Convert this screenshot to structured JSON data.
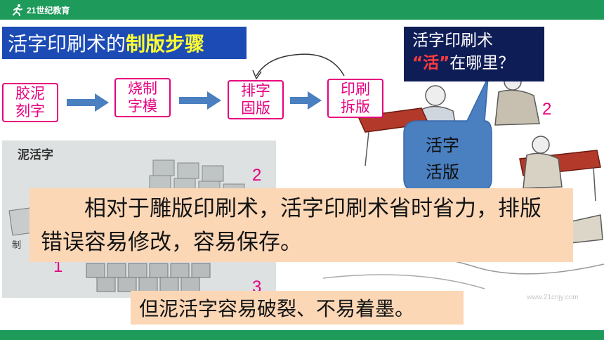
{
  "header": {
    "logo_text": "21世纪教育"
  },
  "title": {
    "part1": "活字印刷术的",
    "part2": "制版步骤"
  },
  "steps": [
    {
      "label": "胶泥刻字"
    },
    {
      "label": "烧制字模"
    },
    {
      "label": "排字固版"
    },
    {
      "label": "印刷拆版"
    }
  ],
  "question": {
    "line1": "活字印刷术",
    "quote": "“活”",
    "rest": "在哪里？"
  },
  "callout": {
    "line1": "活字",
    "line2": "活版"
  },
  "image_left": {
    "caption": "泥活字",
    "side_label": "制"
  },
  "numbers": {
    "n_right": "2",
    "n_left_top": "2",
    "n_left_mid": "1",
    "n_left_bottom": "3"
  },
  "notes": {
    "main": "相对于雕版印刷术，活字印刷术省时省力，排版错误容易修改，容易保存。",
    "sub": "但泥活字容易破裂、不易着墨。"
  },
  "colors": {
    "green": "#1e9a5a",
    "title_bg": "#1c4bb5",
    "title_highlight": "#ffff33",
    "magenta": "#e6007e",
    "note_bg": "#fcd7b6",
    "question_bg": "#0f1d57",
    "callout_bg": "#4a7fc0"
  }
}
